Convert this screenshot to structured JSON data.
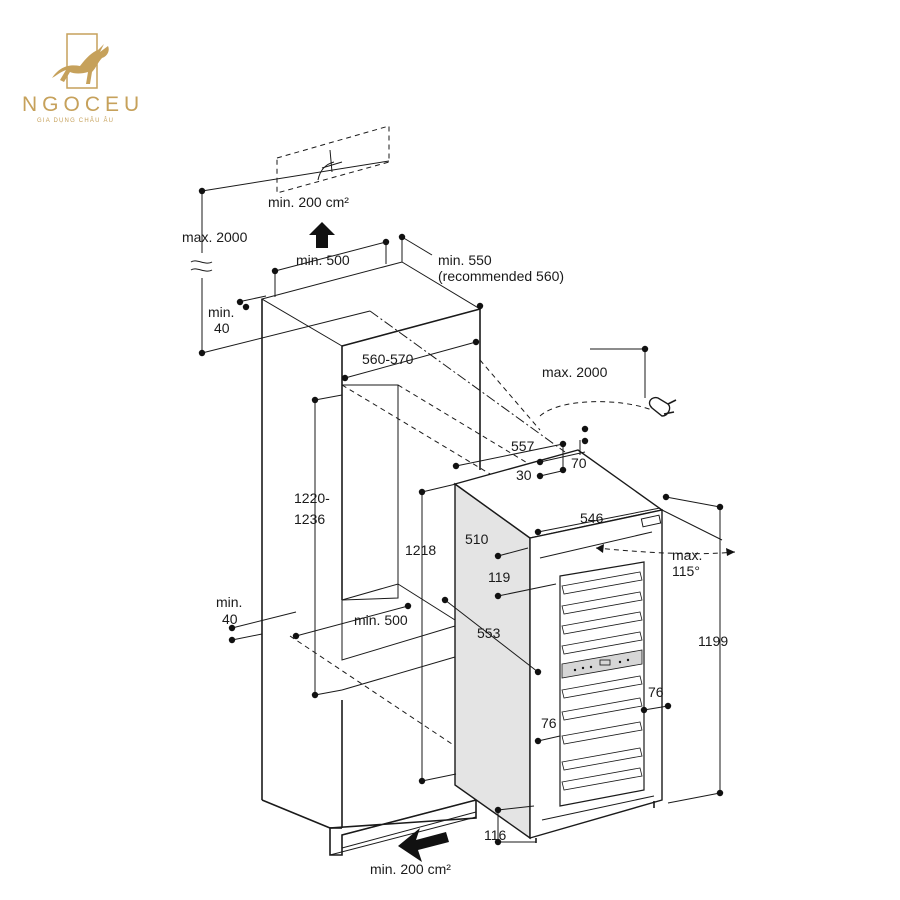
{
  "brand": {
    "name": "NGOCEU",
    "tagline": "GIA DỤNG CHÂU ÂU",
    "color": "#c6a15b"
  },
  "labels": {
    "vent_top": "min. 200 cm²",
    "max_2000_left": "max. 2000",
    "min_500_top": "min. 500",
    "min_550": "min. 550",
    "recommended_560": "(recommended 560)",
    "min_40_top_a": "min.",
    "min_40_top_b": "40",
    "width_560_570": "560-570",
    "max_2000_cable": "max. 2000",
    "dim_557": "557",
    "dim_70": "70",
    "dim_30": "30",
    "height_1220_a": "1220-",
    "height_1220_b": "1236",
    "dim_546": "546",
    "dim_510": "510",
    "dim_1218": "1218",
    "dim_119": "119",
    "max_115_a": "max.",
    "max_115_b": "115°",
    "min_40_bottom_a": "min.",
    "min_40_bottom_b": "40",
    "min_500_bottom": "min. 500",
    "dim_553": "553",
    "dim_1199": "1199",
    "dim_76_right": "76",
    "dim_76_left": "76",
    "dim_116": "116",
    "vent_bottom": "min. 200 cm²"
  }
}
